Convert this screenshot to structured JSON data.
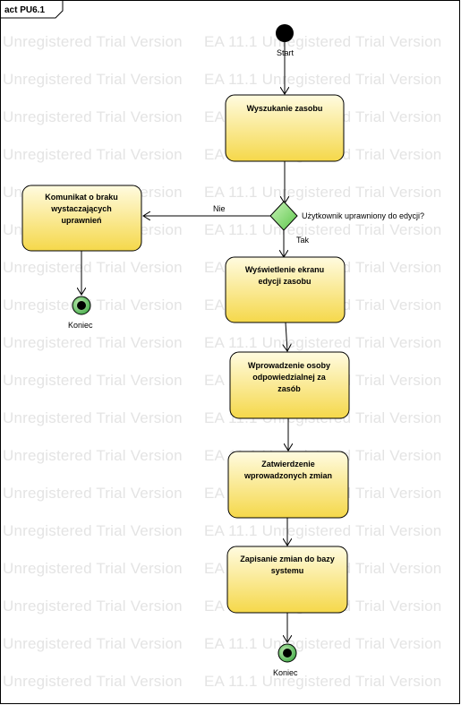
{
  "frame": {
    "title": "act PU6.1"
  },
  "watermark": {
    "left_text": "Unregistered Trial Version",
    "right_text": "EA 11.1 Unregistered Trial Version"
  },
  "start": {
    "label": "Start"
  },
  "activities": {
    "search": {
      "lines": [
        "Wyszukanie zasobu"
      ]
    },
    "no_permission": {
      "lines": [
        "Komunikat o braku",
        "wystaczających",
        "uprawnień"
      ]
    },
    "show_edit": {
      "lines": [
        "Wyświetlenie ekranu",
        "edycji zasobu"
      ]
    },
    "enter_person": {
      "lines": [
        "Wprowadzenie osoby",
        "odpowiedzialnej za",
        "zasób"
      ]
    },
    "confirm": {
      "lines": [
        "Zatwierdzenie",
        "wprowadzonych zmian"
      ]
    },
    "save": {
      "lines": [
        "Zapisanie zmian do bazy",
        "systemu"
      ]
    }
  },
  "decision": {
    "question": "Użytkownik uprawniony do edycji?",
    "no_label": "Nie",
    "yes_label": "Tak"
  },
  "end_left": {
    "label": "Koniec"
  },
  "end_bottom": {
    "label": "Koniec"
  },
  "colors": {
    "activity_fill_top": "#fffbe0",
    "activity_fill_bottom": "#f5d84a",
    "decision_fill": "#7dd66a",
    "end_fill": "#4caf50"
  }
}
